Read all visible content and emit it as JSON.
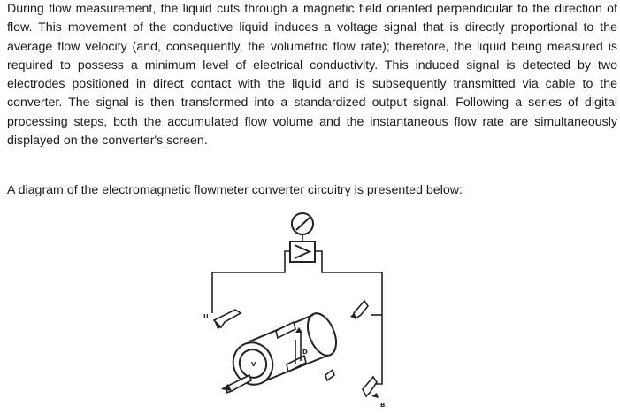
{
  "document": {
    "paragraph": "During flow measurement, the liquid cuts through a magnetic field oriented perpendicular to the direction of flow. This movement of the conductive liquid induces a voltage signal that is directly proportional to the average flow velocity (and, consequently, the volumetric flow rate); therefore, the liquid being measured is required to possess a minimum level of electrical conductivity. This induced signal is detected by two electrodes positioned in direct contact with the liquid and is subsequently transmitted via cable to the converter. The signal is then transformed into a standardized output signal. Following a series of digital processing steps, both the accumulated flow volume and the instantaneous flow rate are simultaneously displayed on the converter's screen.",
    "caption": "A diagram of the electromagnetic flowmeter converter circuitry is presented below:"
  },
  "figure": {
    "labels": {
      "u": "U",
      "v": "V",
      "d": "D",
      "b": "B"
    }
  }
}
